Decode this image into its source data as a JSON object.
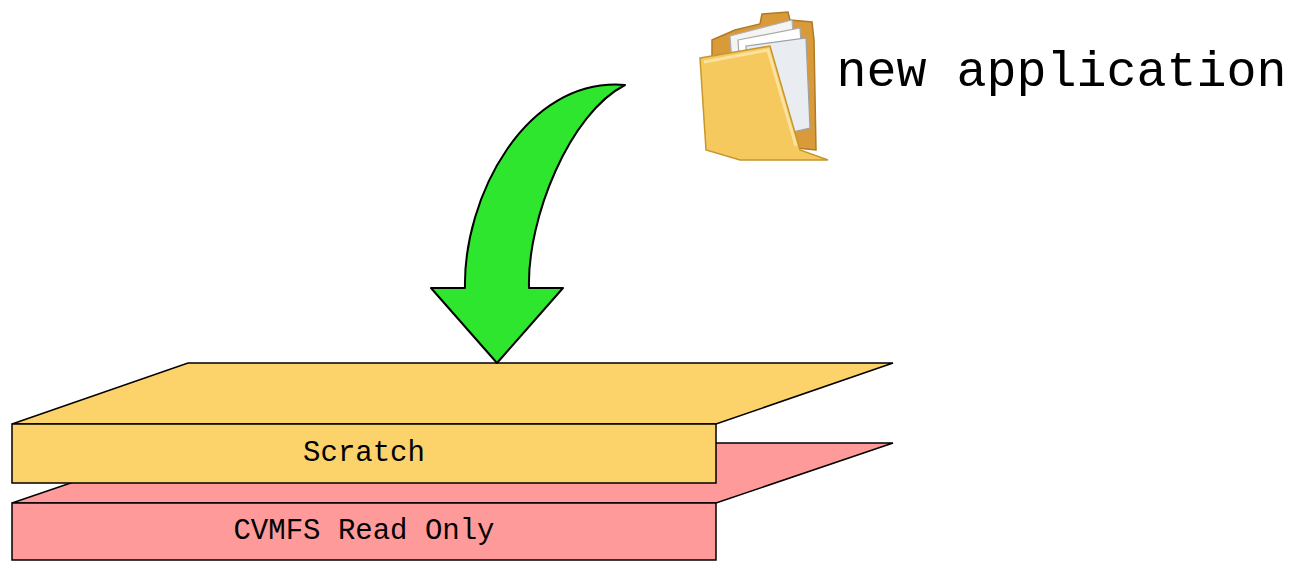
{
  "diagram": {
    "nodes": [
      {
        "text": [
          "new application"
        ]
      },
      {
        "text": [
          "Scratch"
        ]
      },
      {
        "text": [
          "CVMFS Read Only"
        ]
      }
    ],
    "edges": [
      {
        "from": 0,
        "to": 1,
        "arrow": "to"
      }
    ]
  }
}
